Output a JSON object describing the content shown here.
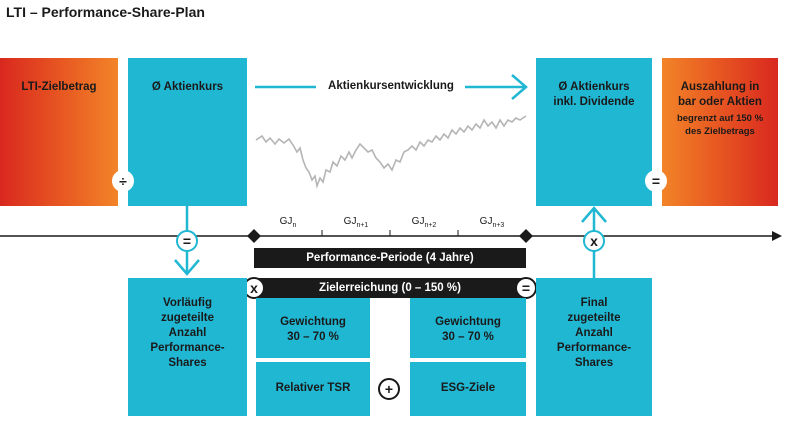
{
  "title": "LTI – Performance-Share-Plan",
  "boxes": {
    "lti_target": "LTI-Zielbetrag",
    "avg_share_price": "Ø Aktienkurs",
    "share_price_development": "Aktienkursentwicklung",
    "avg_share_price_dividend_line1": "Ø Aktienkurs",
    "avg_share_price_dividend_line2": "inkl. Dividende",
    "payout_line1": "Auszahlung in",
    "payout_line2": "bar oder Aktien",
    "payout_line3": "begrenzt auf 150 %",
    "payout_line4": "des Zielbetrags",
    "provisional_line1": "Vorläufig",
    "provisional_line2": "zugeteilte",
    "provisional_line3": "Anzahl",
    "provisional_line4": "Performance-",
    "provisional_line5": "Shares",
    "final_line1": "Final",
    "final_line2": "zugeteilte",
    "final_line3": "Anzahl",
    "final_line4": "Performance-",
    "final_line5": "Shares",
    "weight_label": "Gewichtung",
    "weight_range": "30 – 70 %",
    "relative_tsr": "Relativer TSR",
    "esg_targets": "ESG-Ziele"
  },
  "timeline": {
    "years": [
      {
        "base": "GJ",
        "sub": "n"
      },
      {
        "base": "GJ",
        "sub": "n+1"
      },
      {
        "base": "GJ",
        "sub": "n+2"
      },
      {
        "base": "GJ",
        "sub": "n+3"
      }
    ],
    "performance_period": "Performance-Periode (4 Jahre)",
    "target_achievement": "Zielerreichung (0 – 150 %)"
  },
  "operators": {
    "divide": "÷",
    "equals": "=",
    "multiply": "x",
    "plus": "+"
  },
  "colors": {
    "cyan": "#20b7d3",
    "red": "#d9281f",
    "orange": "#f28428",
    "dark": "#1a1a1a"
  }
}
